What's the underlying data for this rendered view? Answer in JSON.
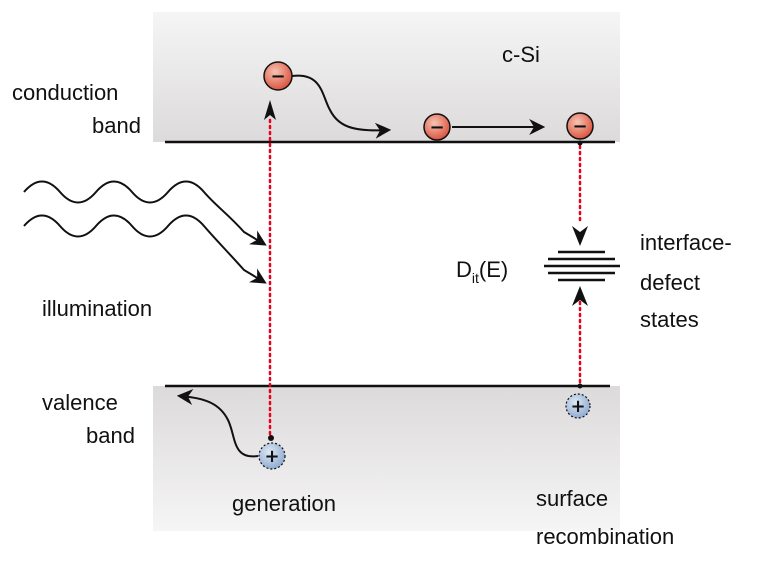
{
  "labels": {
    "material": "c-Si",
    "conduction_1": "conduction",
    "conduction_2": "band",
    "valence_1": "valence",
    "valence_2": "band",
    "illumination": "illumination",
    "dit_main": "D",
    "dit_sub": "it",
    "dit_tail": "(E)",
    "interface_1": "interface-",
    "interface_2": "defect",
    "interface_3": "states",
    "generation": "generation",
    "surface_1": "surface",
    "surface_2": "recombination"
  },
  "symbols": {
    "electron": "−",
    "hole": "+"
  },
  "colors": {
    "band_fill": "#e3e1e1",
    "band_edge": "#111111",
    "transition_dots": "#e8001c",
    "electron_fill": "#e4654f",
    "hole_fill": "#9fbad9",
    "text": "#111111"
  }
}
